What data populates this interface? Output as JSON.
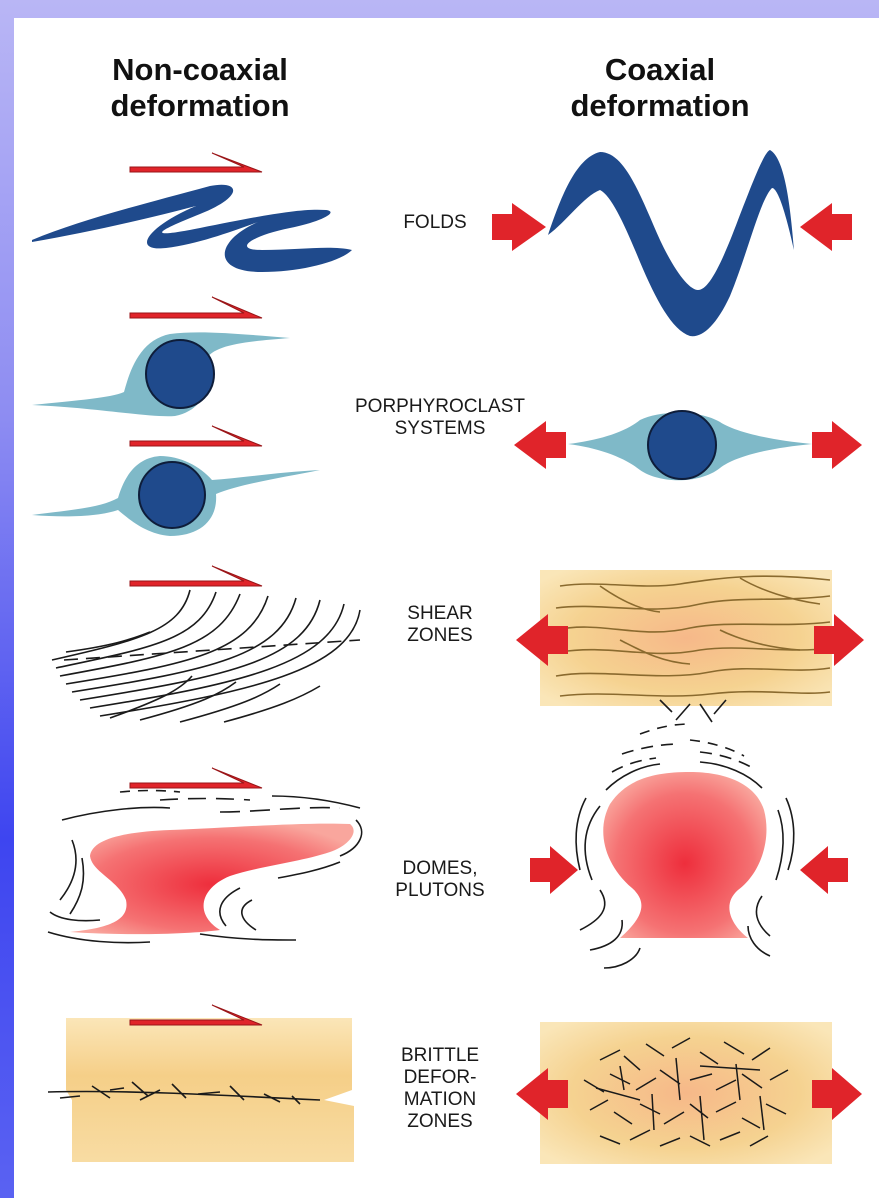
{
  "headers": {
    "left": "Non-coaxial\ndeformation",
    "right": "Coaxial\ndeformation"
  },
  "rows": [
    {
      "label": "FOLDS"
    },
    {
      "label": "PORPHYROCLAST\nSYSTEMS"
    },
    {
      "label": "SHEAR\nZONES"
    },
    {
      "label": "DOMES,\nPLUTONS"
    },
    {
      "label": "BRITTLE\nDEFOR-\nMATION\nZONES"
    }
  ],
  "colors": {
    "arrow_red": "#e0242a",
    "fold_blue": "#1f4a8c",
    "clast_blue": "#1f4a8c",
    "tail_teal": "#7fb9c8",
    "sand": "#f3d08a",
    "pluton_red": "#f0686a",
    "background_blue": "#3e45f0"
  }
}
